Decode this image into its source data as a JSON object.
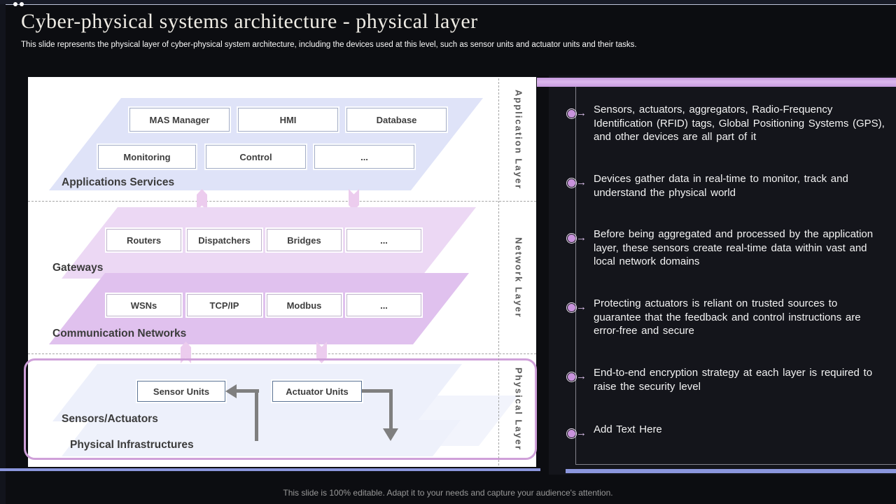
{
  "slide": {
    "title": "Cyber-physical systems architecture - physical layer",
    "subtitle": "This slide represents the physical layer of cyber-physical system architecture, including the devices used at this level, such as sensor units and actuator units and their tasks.",
    "footer": "This slide is 100% editable. Adapt it to your needs and capture your audience's attention."
  },
  "diagram": {
    "application": {
      "layer_label": "Application Layer",
      "band_label": "Applications Services",
      "row1": [
        "MAS Manager",
        "HMI",
        "Database"
      ],
      "row2": [
        "Monitoring",
        "Control",
        "..."
      ]
    },
    "network": {
      "layer_label": "Network Layer",
      "gateways_label": "Gateways",
      "gateways_boxes": [
        "Routers",
        "Dispatchers",
        "Bridges",
        "..."
      ],
      "comm_label": "Communication Networks",
      "comm_boxes": [
        "WSNs",
        "TCP/IP",
        "Modbus",
        "..."
      ]
    },
    "physical": {
      "layer_label": "Physical Layer",
      "sensors_label": "Sensors/Actuators",
      "infra_label": "Physical Infrastructures",
      "boxes": [
        "Sensor Units",
        "Actuator Units"
      ]
    }
  },
  "bullets": [
    "Sensors, actuators, aggregators, Radio-Frequency Identification (RFID) tags, Global Positioning Systems (GPS), and other devices are all part of it",
    "Devices gather data in real-time to monitor, track and understand the physical world",
    "Before being aggregated and processed by the application layer, these sensors create real-time data within vast and local network domains",
    "Protecting actuators is reliant on trusted sources to guarantee that the feedback and control instructions are error-free and secure",
    "End-to-end encryption strategy at each layer is required to raise the security level",
    "Add Text Here"
  ],
  "colors": {
    "accent_purple": "#cfa3e3",
    "accent_blue": "#8b96dd",
    "application_fill": "#dfe3f8",
    "gateways_fill": "#ecd8f4",
    "comm_fill": "#e0c1ee",
    "physical_fill": "#edf0fb",
    "physical_border": "#cfa0d9",
    "arrow_gray": "#7f7f7f"
  }
}
